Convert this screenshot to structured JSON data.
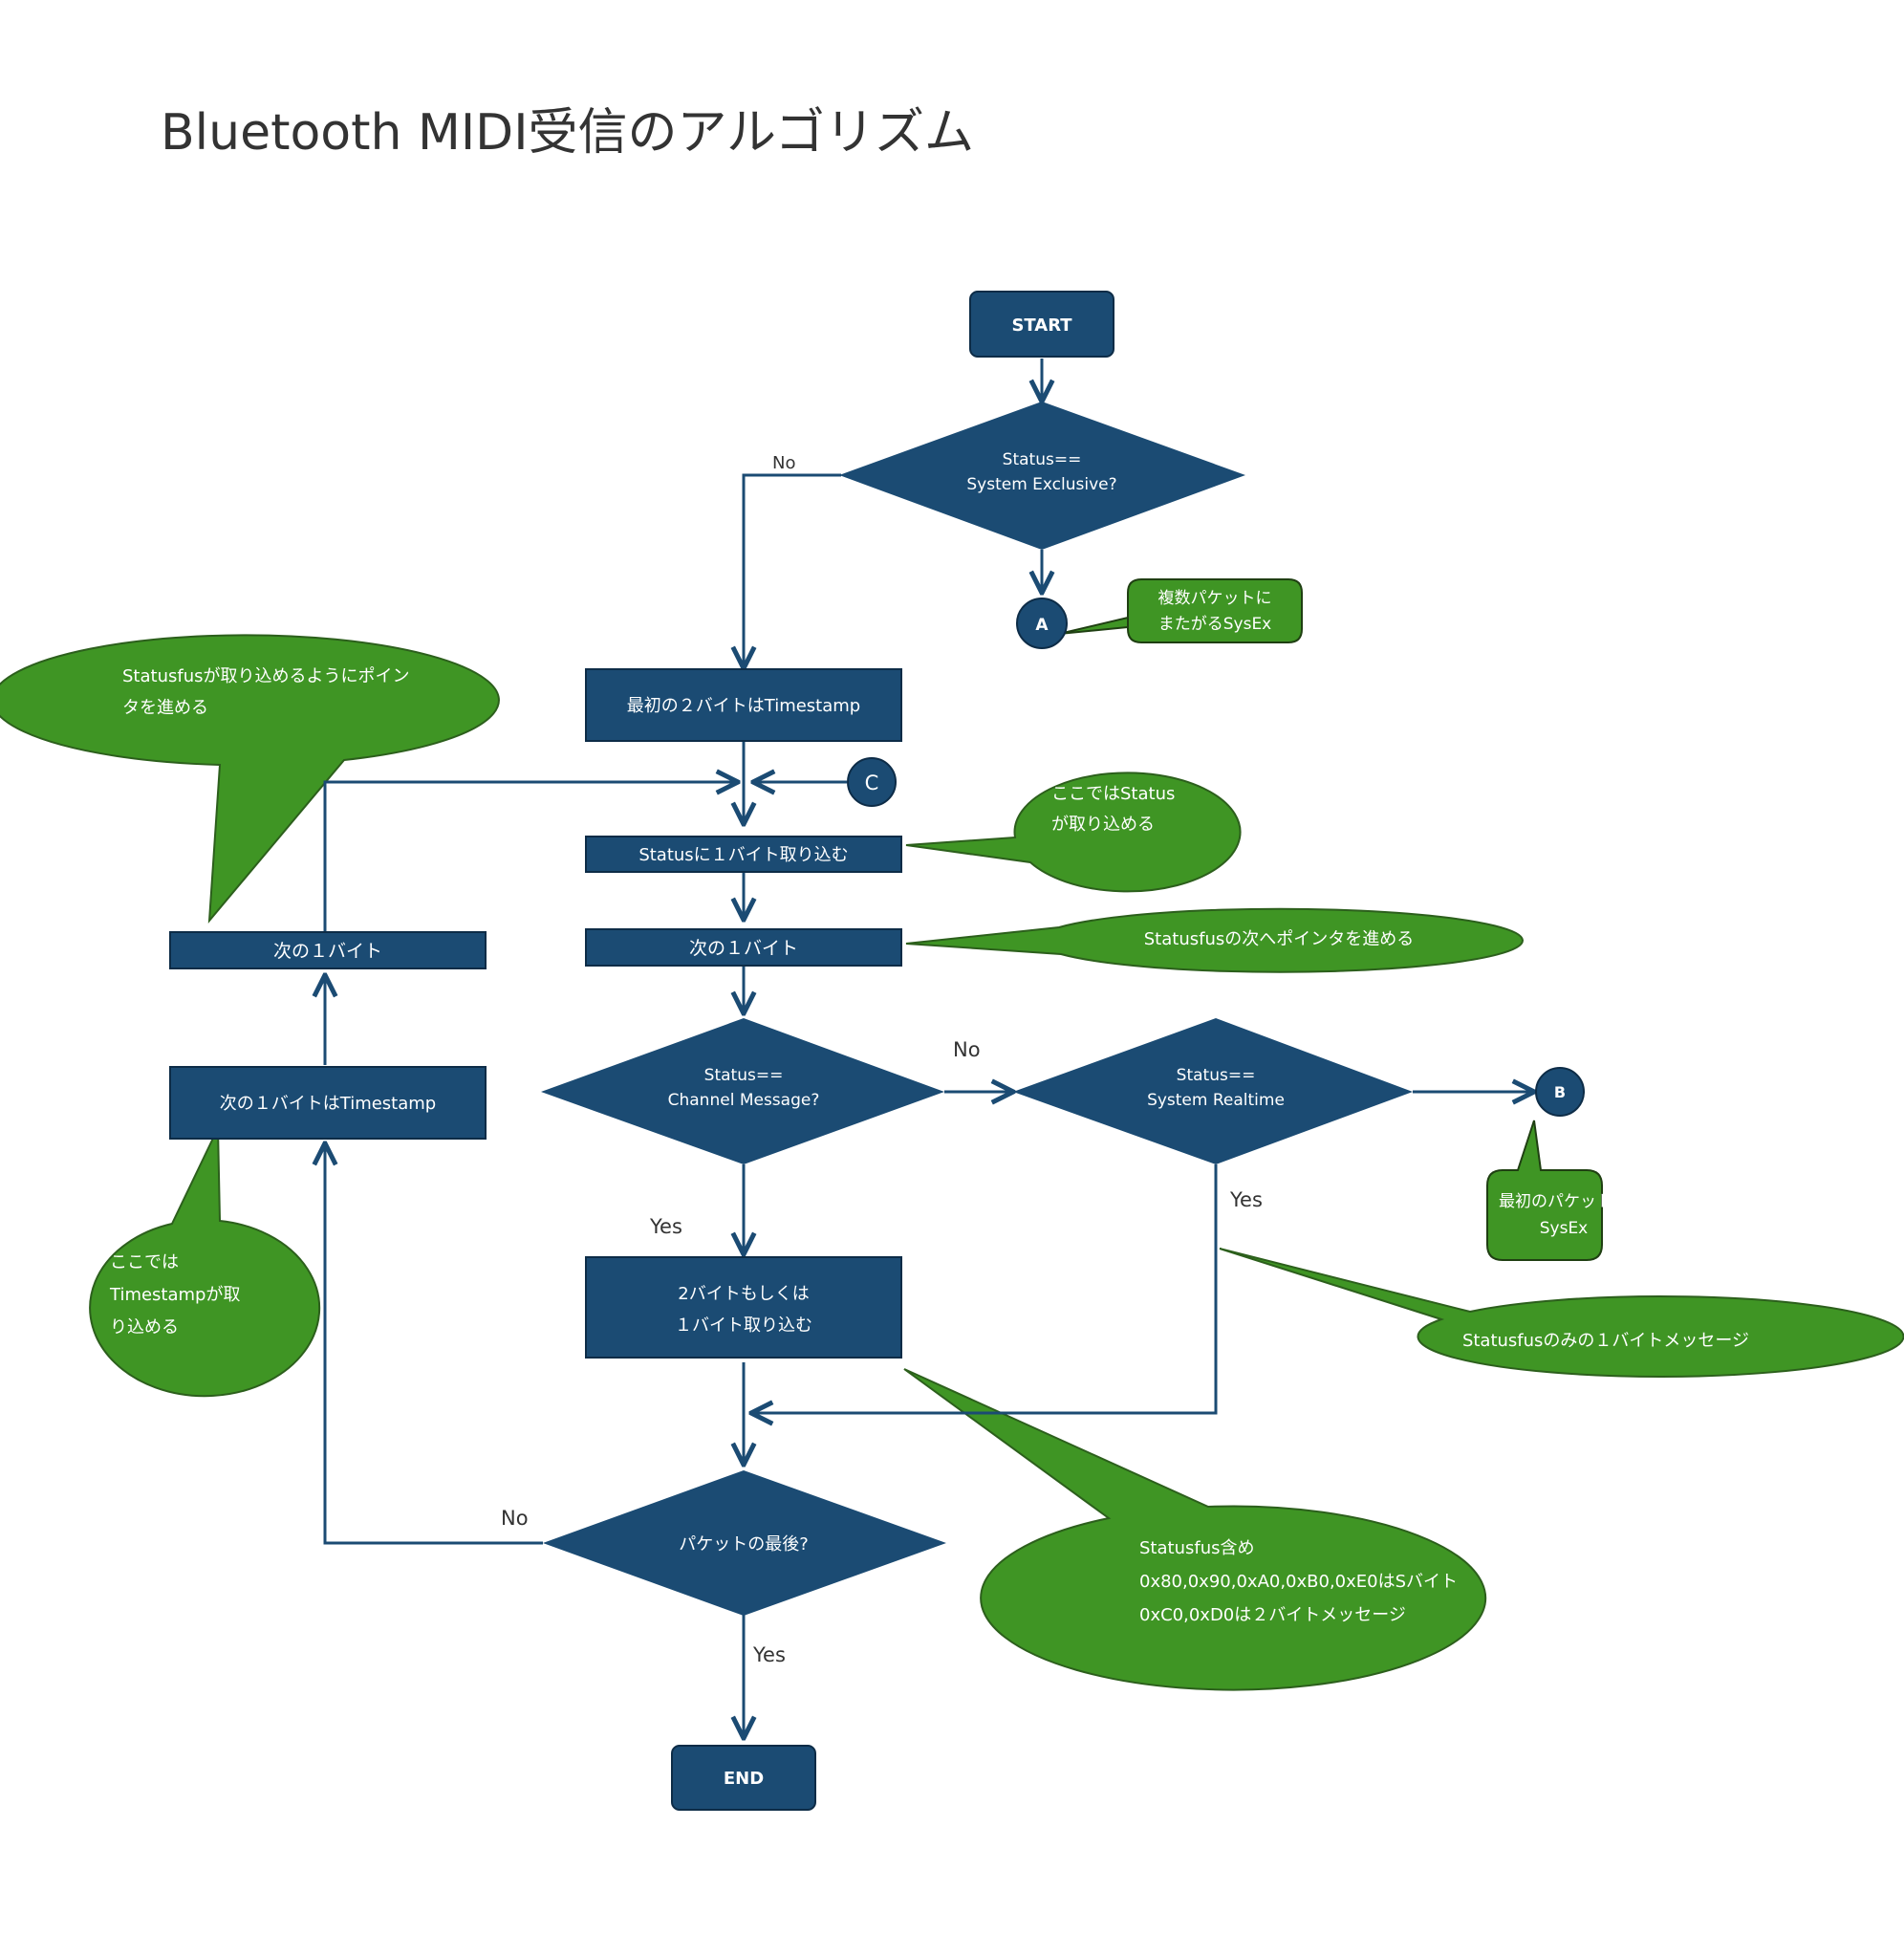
{
  "title": "Bluetooth MIDI受信のアルゴリズム",
  "colors": {
    "node_fill": "#1b4b73",
    "node_stroke": "#0d2c47",
    "callout_fill": "#3f9524",
    "callout_stroke": "#2c5f1c",
    "line": "#1b4b73",
    "node_text": "#ffffff",
    "label_text": "#333333"
  },
  "nodes": {
    "start": "START",
    "end": "END",
    "sysex_decision": [
      "Status==",
      "System Exclusive?"
    ],
    "timestamp_first": "最初の２バイトはTimestamp",
    "read_status": "Statusに１バイト取り込む",
    "next_byte_main": "次の１バイト",
    "channel_decision": [
      "Status==",
      "Channel Message?"
    ],
    "realtime_decision": [
      "Status==",
      "System Realtime"
    ],
    "read_data": [
      "2バイトもしくは",
      "１バイト取り込む"
    ],
    "packet_end_decision": "パケットの最後?",
    "next_byte_left": "次の１バイト",
    "next_timestamp": "次の１バイトはTimestamp",
    "connector_a": "A",
    "connector_b": "B",
    "connector_c": "C"
  },
  "edge_labels": {
    "sysex_no": "No",
    "channel_no": "No",
    "channel_yes": "Yes",
    "realtime_yes": "Yes",
    "packet_end_no": "No",
    "packet_end_yes": "Yes"
  },
  "callouts": {
    "sysex_multi": [
      "複数パケットに",
      "またがるSysEx"
    ],
    "pointer_advance_left": [
      "Statusfusが取り込めるようにポイン",
      "タを進める"
    ],
    "status_here": [
      "ここではStatus",
      "が取り込める"
    ],
    "pointer_advance_right": "Statusfusの次へポインタを進める",
    "sysex_first": [
      "最初のパケットの",
      "SysEx"
    ],
    "timestamp_here": [
      "ここでは",
      "Timestampが取",
      "り込める"
    ],
    "status_only": "Statusfusのみの１バイトメッセージ",
    "status_bytes": [
      "Statusfus含め",
      "0x80,0x90,0xA0,0xB0,0xE0はSバイト",
      "0xC0,0xD0は２バイトメッセージ"
    ]
  }
}
